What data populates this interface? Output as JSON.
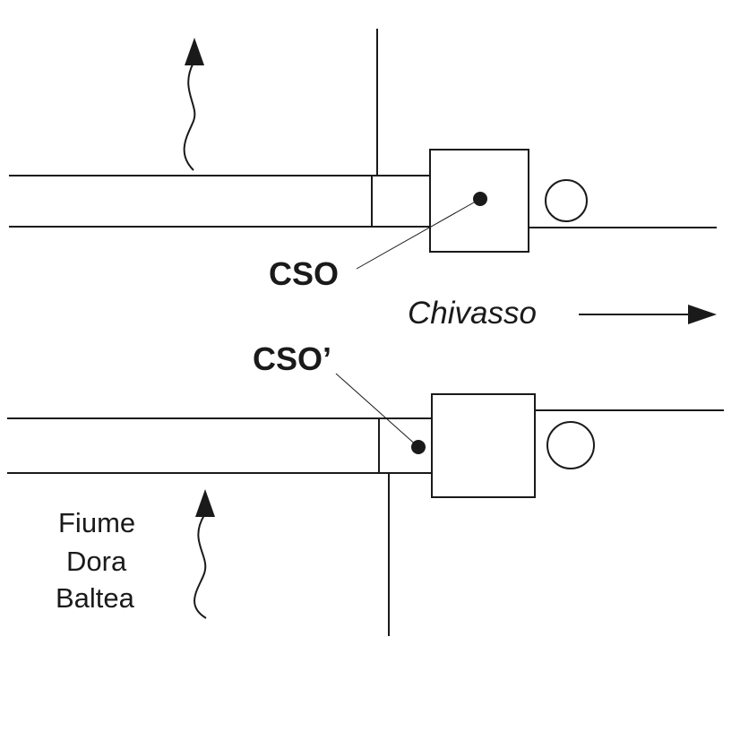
{
  "labels": {
    "cso": "CSO",
    "cso_prime": "CSO’",
    "chivasso": "Chivasso",
    "river": [
      "Fiume",
      "Dora",
      "Baltea"
    ]
  },
  "colors": {
    "ink": "#1a1a1a",
    "background": "#ffffff"
  }
}
